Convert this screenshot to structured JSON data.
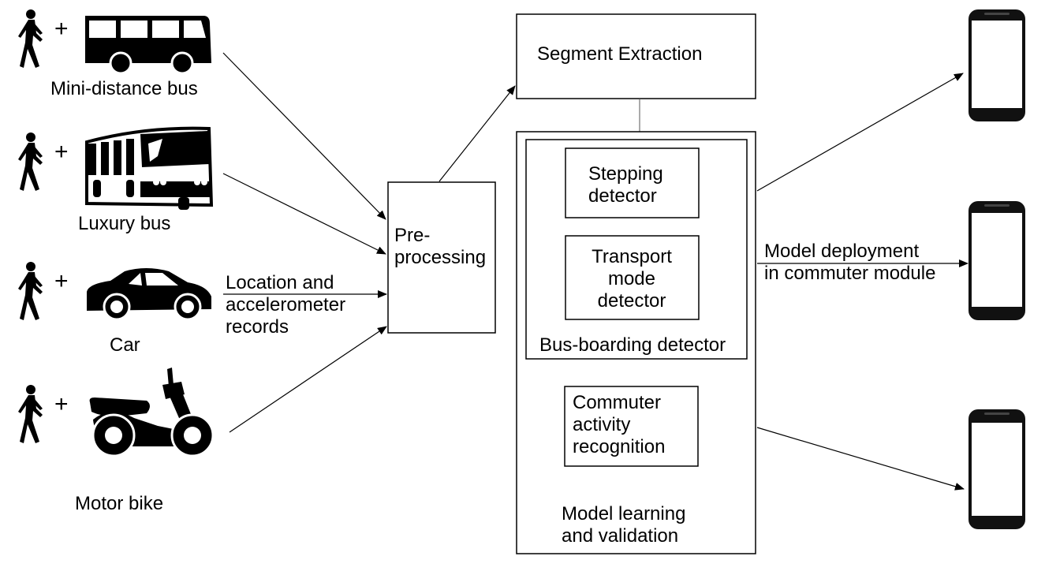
{
  "vehicles": [
    {
      "label": "Mini-distance bus",
      "icon": "minibus-icon"
    },
    {
      "label": "Luxury bus",
      "icon": "luxury-bus-icon"
    },
    {
      "label": "Car",
      "icon": "car-icon"
    },
    {
      "label": "Motor bike",
      "icon": "scooter-icon"
    }
  ],
  "plus_sign": "+",
  "input_label": "Location and\naccelerometer\nrecords",
  "preprocessing": "Pre-\nprocessing",
  "segment_extraction": "Segment Extraction",
  "stepping_detector": "Stepping\ndetector",
  "transport_mode_detector": "Transport\nmode\ndetector",
  "bus_boarding_detector": "Bus-boarding detector",
  "commuter_activity": "Commuter\nactivity\nrecognition",
  "model_learning": "Model learning\nand validation",
  "deployment": "Model deployment\nin commuter module",
  "colors": {
    "stroke": "#000000",
    "background": "#ffffff",
    "connector": "#555555"
  }
}
